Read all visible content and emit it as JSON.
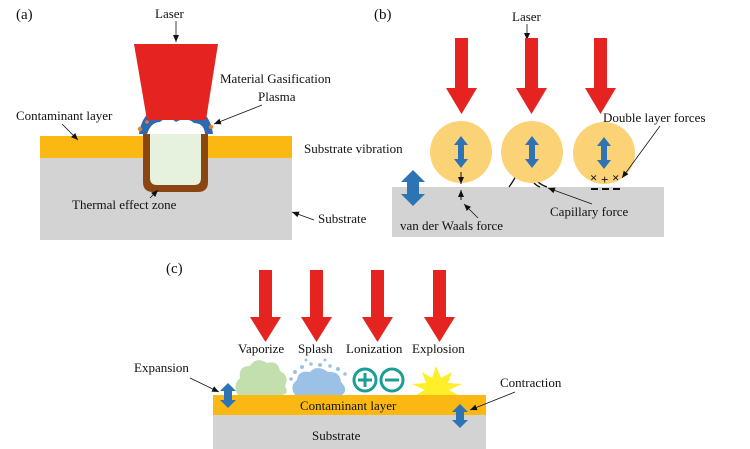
{
  "panel_a": {
    "tag": "(a)",
    "laser": "Laser",
    "gasification": "Material Gasification",
    "plasma": "Plasma",
    "contaminant_layer": "Contaminant layer",
    "thermal_zone": "Thermal effect zone",
    "substrate": "Substrate"
  },
  "panel_b": {
    "tag": "(b)",
    "laser": "Laser",
    "double_layer": "Double layer forces",
    "substrate_vibration": "Substrate vibration",
    "capillary": "Capillary force",
    "van_der_waals": "van der Waals force"
  },
  "panel_c": {
    "tag": "(c)",
    "vaporize": "Vaporize",
    "splash": "Splash",
    "ionization": "Lonization",
    "explosion": "Explosion",
    "expansion": "Expansion",
    "contraction": "Contraction",
    "contaminant_layer": "Contaminant layer",
    "substrate": "Substrate"
  },
  "colors": {
    "laser_red": "#e52421",
    "contaminant_yellow": "#fbb813",
    "substrate_gray": "#d3d3d3",
    "particle_yellow": "#fcd277",
    "plasma_blue": "#2d69b0",
    "thermal_brown": "#8b4513",
    "vibration_blue": "#2e74b5",
    "vapor_green": "#c3dfae",
    "splash_blue": "#9bc2e6",
    "ion_teal": "#1b9e96",
    "explosion_yellow": "#ffee2a"
  }
}
